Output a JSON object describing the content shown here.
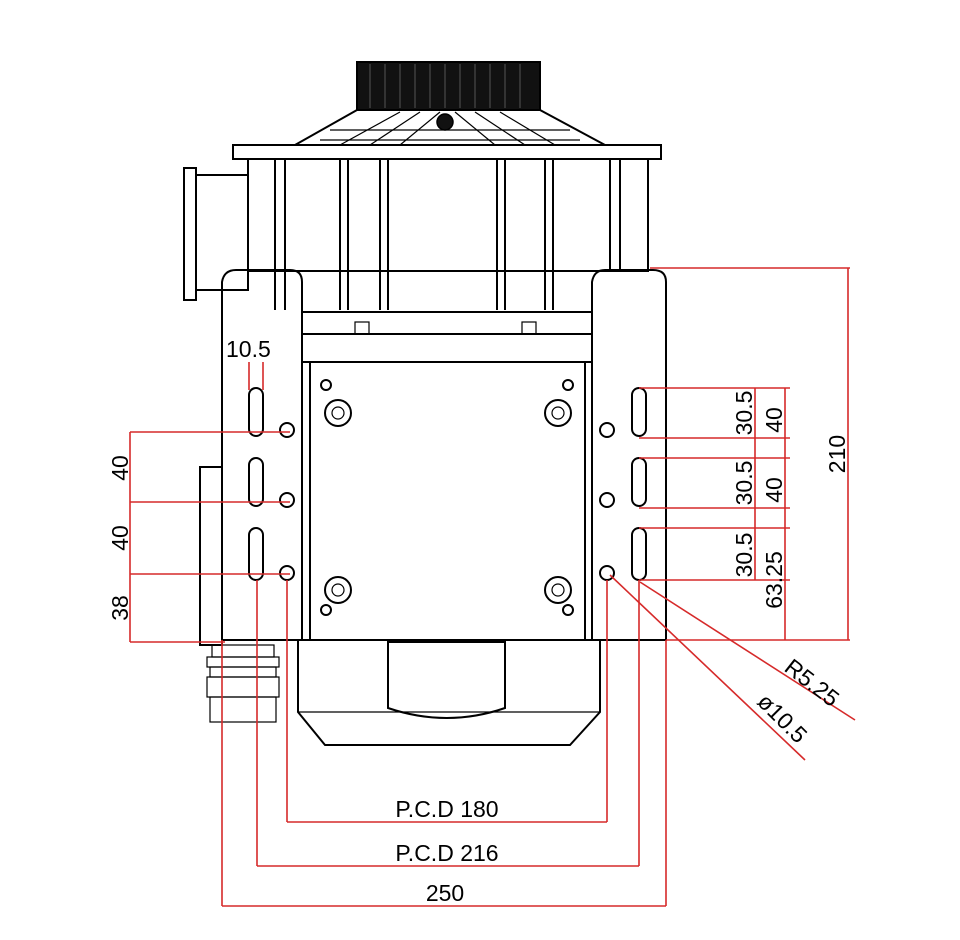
{
  "colors": {
    "outline": "#000000",
    "dimension": "#d62a2a"
  },
  "dimensions": {
    "slot_width": "10.5",
    "left_pitch_1": "40",
    "left_pitch_2": "40",
    "left_bottom": "38",
    "right_slot_1": "30.5",
    "right_pitch_1": "40",
    "right_slot_2": "30.5",
    "right_pitch_2": "40",
    "right_slot_3": "30.5",
    "right_bottom": "63.25",
    "overall_height": "210",
    "radius": "R5.25",
    "hole_diameter": "ø10.5",
    "pcd_180": "P.C.D 180",
    "pcd_216": "P.C.D 216",
    "overall_width": "250"
  }
}
